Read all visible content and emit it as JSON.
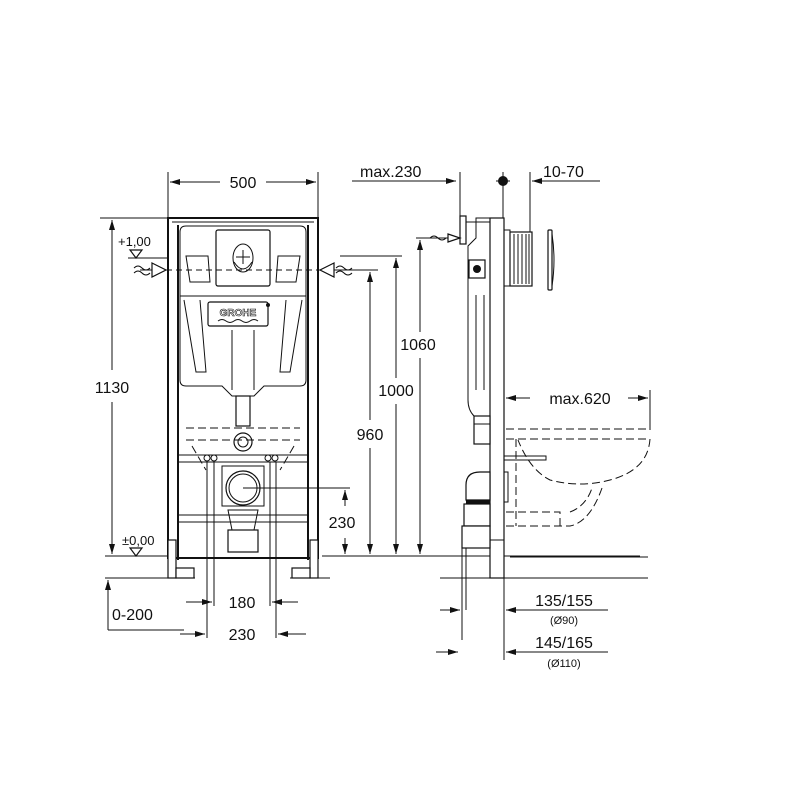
{
  "drawing": {
    "brand": "GROHE",
    "front_view": {
      "width_label": "500",
      "height_label": "1130",
      "level_top": "+1,00",
      "level_bottom": "±0,00",
      "floor_offset_label": "0-200",
      "bolt_spacing_inner": "180",
      "bolt_spacing_outer": "230",
      "drain_height": "230",
      "dim_960": "960",
      "dim_1000": "1000",
      "dim_1060": "1060"
    },
    "side_view": {
      "water_inlet_depth": "max.230",
      "button_depth": "10-70",
      "bowl_projection": "max.620",
      "drain_offset_90": "135/155",
      "drain_diameter_90": "(Ø90)",
      "drain_offset_110": "145/165",
      "drain_diameter_110": "(Ø110)"
    }
  },
  "colors": {
    "line": "#111111",
    "background": "#ffffff"
  }
}
